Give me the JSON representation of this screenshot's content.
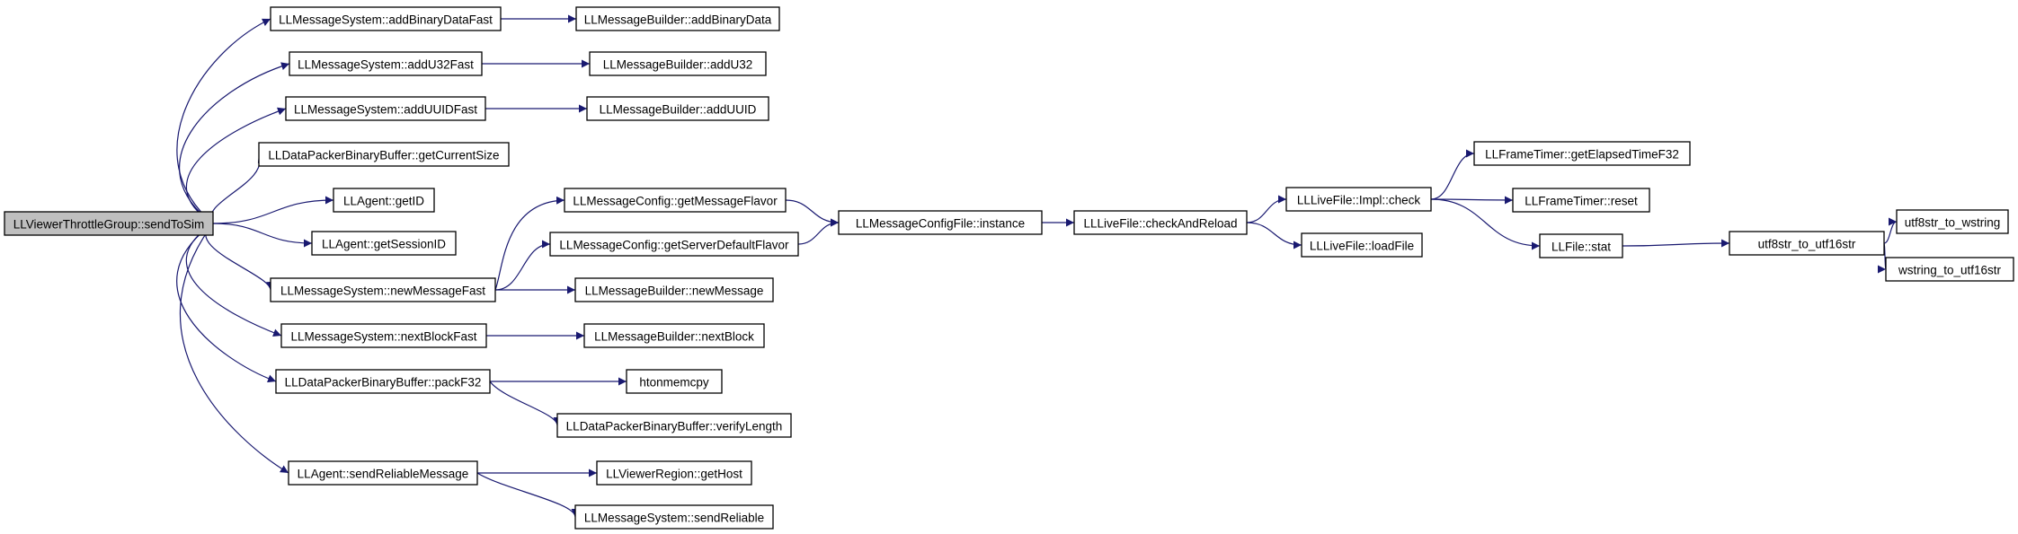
{
  "graph": {
    "nodes": [
      {
        "id": "root",
        "label": "LLViewerThrottleGroup::sendToSim",
        "root": true
      },
      {
        "id": "addBinaryDataFast",
        "label": "LLMessageSystem::addBinaryDataFast"
      },
      {
        "id": "addBinaryData",
        "label": "LLMessageBuilder::addBinaryData"
      },
      {
        "id": "addU32Fast",
        "label": "LLMessageSystem::addU32Fast"
      },
      {
        "id": "addU32",
        "label": "LLMessageBuilder::addU32"
      },
      {
        "id": "addUUIDFast",
        "label": "LLMessageSystem::addUUIDFast"
      },
      {
        "id": "addUUID",
        "label": "LLMessageBuilder::addUUID"
      },
      {
        "id": "getCurrentSize",
        "label": "LLDataPackerBinaryBuffer::getCurrentSize"
      },
      {
        "id": "getID",
        "label": "LLAgent::getID"
      },
      {
        "id": "getSessionID",
        "label": "LLAgent::getSessionID"
      },
      {
        "id": "getMessageFlavor",
        "label": "LLMessageConfig::getMessageFlavor"
      },
      {
        "id": "getServerDefaultFlavor",
        "label": "LLMessageConfig::getServerDefaultFlavor"
      },
      {
        "id": "configInstance",
        "label": "LLMessageConfigFile::instance"
      },
      {
        "id": "checkAndReload",
        "label": "LLLiveFile::checkAndReload"
      },
      {
        "id": "implCheck",
        "label": "LLLiveFile::Impl::check"
      },
      {
        "id": "loadFile",
        "label": "LLLiveFile::loadFile"
      },
      {
        "id": "getElapsedTimeF32",
        "label": "LLFrameTimer::getElapsedTimeF32"
      },
      {
        "id": "timerReset",
        "label": "LLFrameTimer::reset"
      },
      {
        "id": "fileStat",
        "label": "LLFile::stat"
      },
      {
        "id": "utf8ToUtf16",
        "label": "utf8str_to_utf16str"
      },
      {
        "id": "utf8ToWstring",
        "label": "utf8str_to_wstring"
      },
      {
        "id": "wstringToUtf16",
        "label": "wstring_to_utf16str"
      },
      {
        "id": "newMessageFast",
        "label": "LLMessageSystem::newMessageFast"
      },
      {
        "id": "newMessage",
        "label": "LLMessageBuilder::newMessage"
      },
      {
        "id": "nextBlockFast",
        "label": "LLMessageSystem::nextBlockFast"
      },
      {
        "id": "nextBlock",
        "label": "LLMessageBuilder::nextBlock"
      },
      {
        "id": "packF32",
        "label": "LLDataPackerBinaryBuffer::packF32"
      },
      {
        "id": "htonmemcpy",
        "label": "htonmemcpy"
      },
      {
        "id": "verifyLength",
        "label": "LLDataPackerBinaryBuffer::verifyLength"
      },
      {
        "id": "sendReliableMessage",
        "label": "LLAgent::sendReliableMessage"
      },
      {
        "id": "getHost",
        "label": "LLViewerRegion::getHost"
      },
      {
        "id": "sendReliable",
        "label": "LLMessageSystem::sendReliable"
      }
    ],
    "edges": [
      [
        "root",
        "addBinaryDataFast"
      ],
      [
        "root",
        "addU32Fast"
      ],
      [
        "root",
        "addUUIDFast"
      ],
      [
        "root",
        "getCurrentSize"
      ],
      [
        "root",
        "getID"
      ],
      [
        "root",
        "getSessionID"
      ],
      [
        "root",
        "newMessageFast"
      ],
      [
        "root",
        "nextBlockFast"
      ],
      [
        "root",
        "packF32"
      ],
      [
        "root",
        "sendReliableMessage"
      ],
      [
        "addBinaryDataFast",
        "addBinaryData"
      ],
      [
        "addU32Fast",
        "addU32"
      ],
      [
        "addUUIDFast",
        "addUUID"
      ],
      [
        "newMessageFast",
        "getMessageFlavor"
      ],
      [
        "newMessageFast",
        "getServerDefaultFlavor"
      ],
      [
        "newMessageFast",
        "newMessage"
      ],
      [
        "getMessageFlavor",
        "configInstance"
      ],
      [
        "getServerDefaultFlavor",
        "configInstance"
      ],
      [
        "configInstance",
        "checkAndReload"
      ],
      [
        "checkAndReload",
        "implCheck"
      ],
      [
        "checkAndReload",
        "loadFile"
      ],
      [
        "implCheck",
        "getElapsedTimeF32"
      ],
      [
        "implCheck",
        "timerReset"
      ],
      [
        "implCheck",
        "fileStat"
      ],
      [
        "fileStat",
        "utf8ToUtf16"
      ],
      [
        "utf8ToUtf16",
        "utf8ToWstring"
      ],
      [
        "utf8ToUtf16",
        "wstringToUtf16"
      ],
      [
        "nextBlockFast",
        "nextBlock"
      ],
      [
        "packF32",
        "htonmemcpy"
      ],
      [
        "packF32",
        "verifyLength"
      ],
      [
        "sendReliableMessage",
        "getHost"
      ],
      [
        "sendReliableMessage",
        "sendReliable"
      ]
    ],
    "colors": {
      "edge": "#191970",
      "node_border": "#000000",
      "root_fill": "#bfbfbf",
      "node_fill": "#ffffff"
    }
  }
}
